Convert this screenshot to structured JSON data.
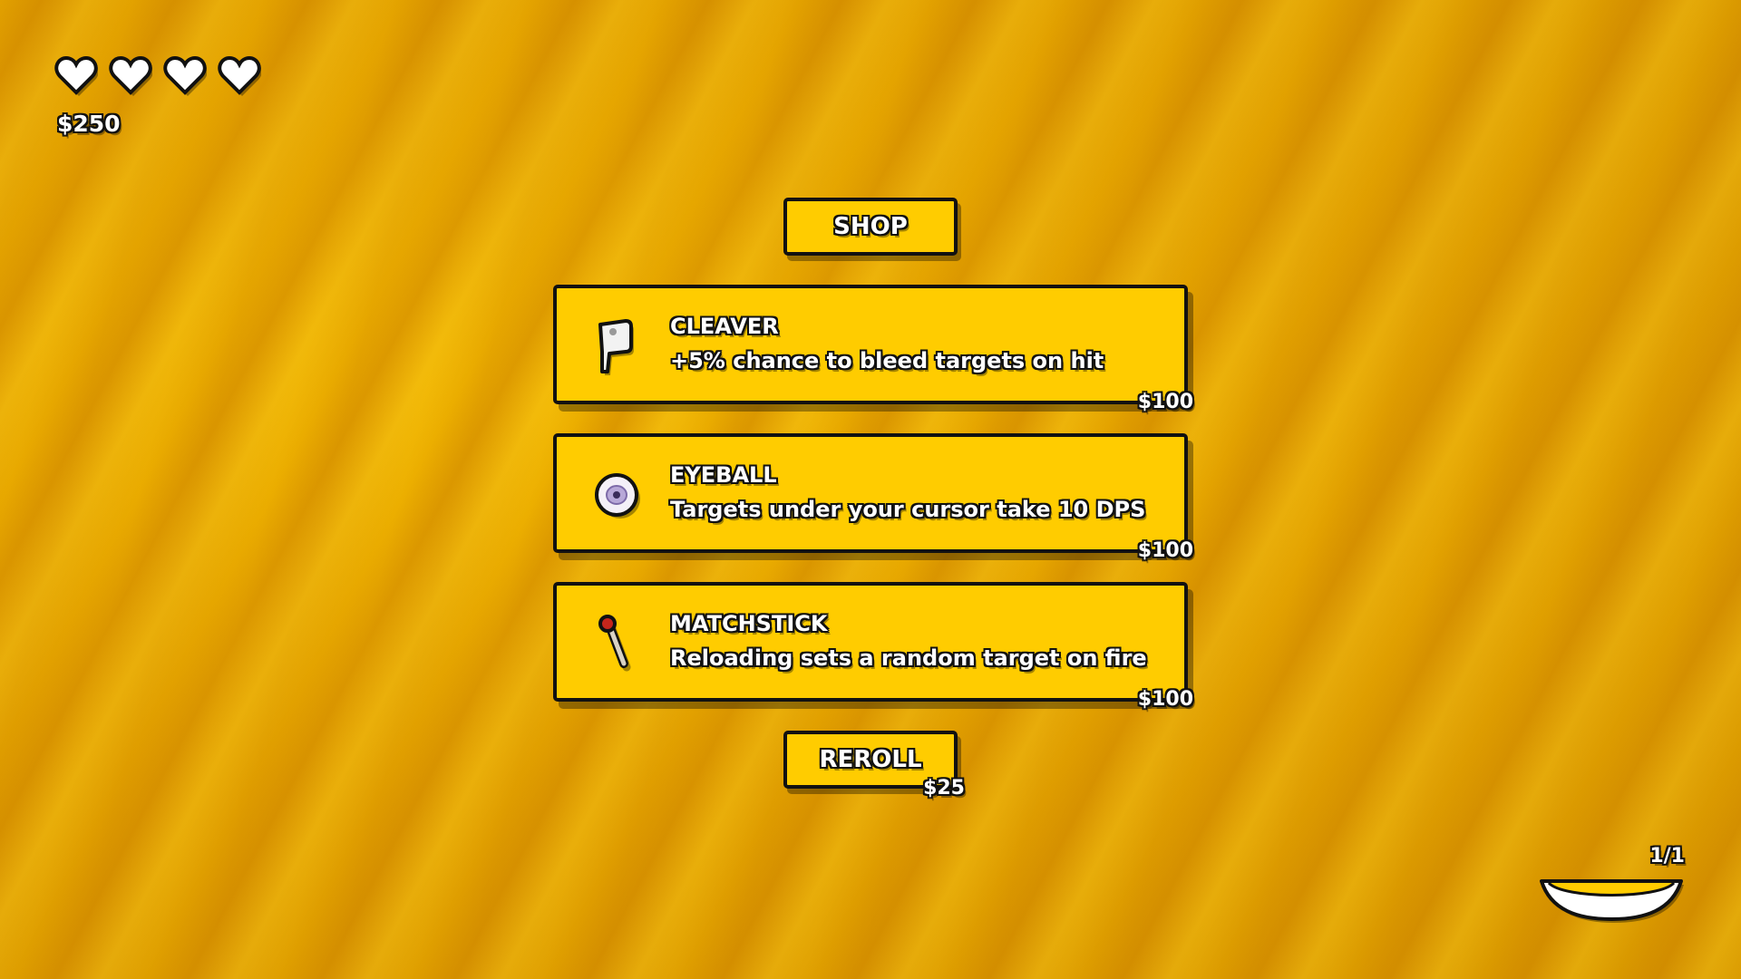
{
  "hud": {
    "hearts": [
      {
        "icon": "heart-icon"
      },
      {
        "icon": "heart-icon"
      },
      {
        "icon": "heart-icon"
      },
      {
        "icon": "heart-icon"
      }
    ],
    "money": "$250"
  },
  "shop": {
    "title": "SHOP",
    "items": [
      {
        "icon": "cleaver-icon",
        "name": "CLEAVER",
        "description": "+5% chance to bleed targets on hit",
        "price": "$100"
      },
      {
        "icon": "eyeball-icon",
        "name": "EYEBALL",
        "description": "Targets under your cursor take 10 DPS",
        "price": "$100"
      },
      {
        "icon": "matchstick-icon",
        "name": "MATCHSTICK",
        "description": "Reloading sets a random target on fire",
        "price": "$100"
      }
    ],
    "reroll": {
      "label": "REROLL",
      "price": "$25"
    }
  },
  "ammo": {
    "count": "1/1",
    "icon": "bowl-icon"
  },
  "colors": {
    "card": "#ffcc00",
    "outline": "#111111",
    "background": "#e6a600"
  }
}
